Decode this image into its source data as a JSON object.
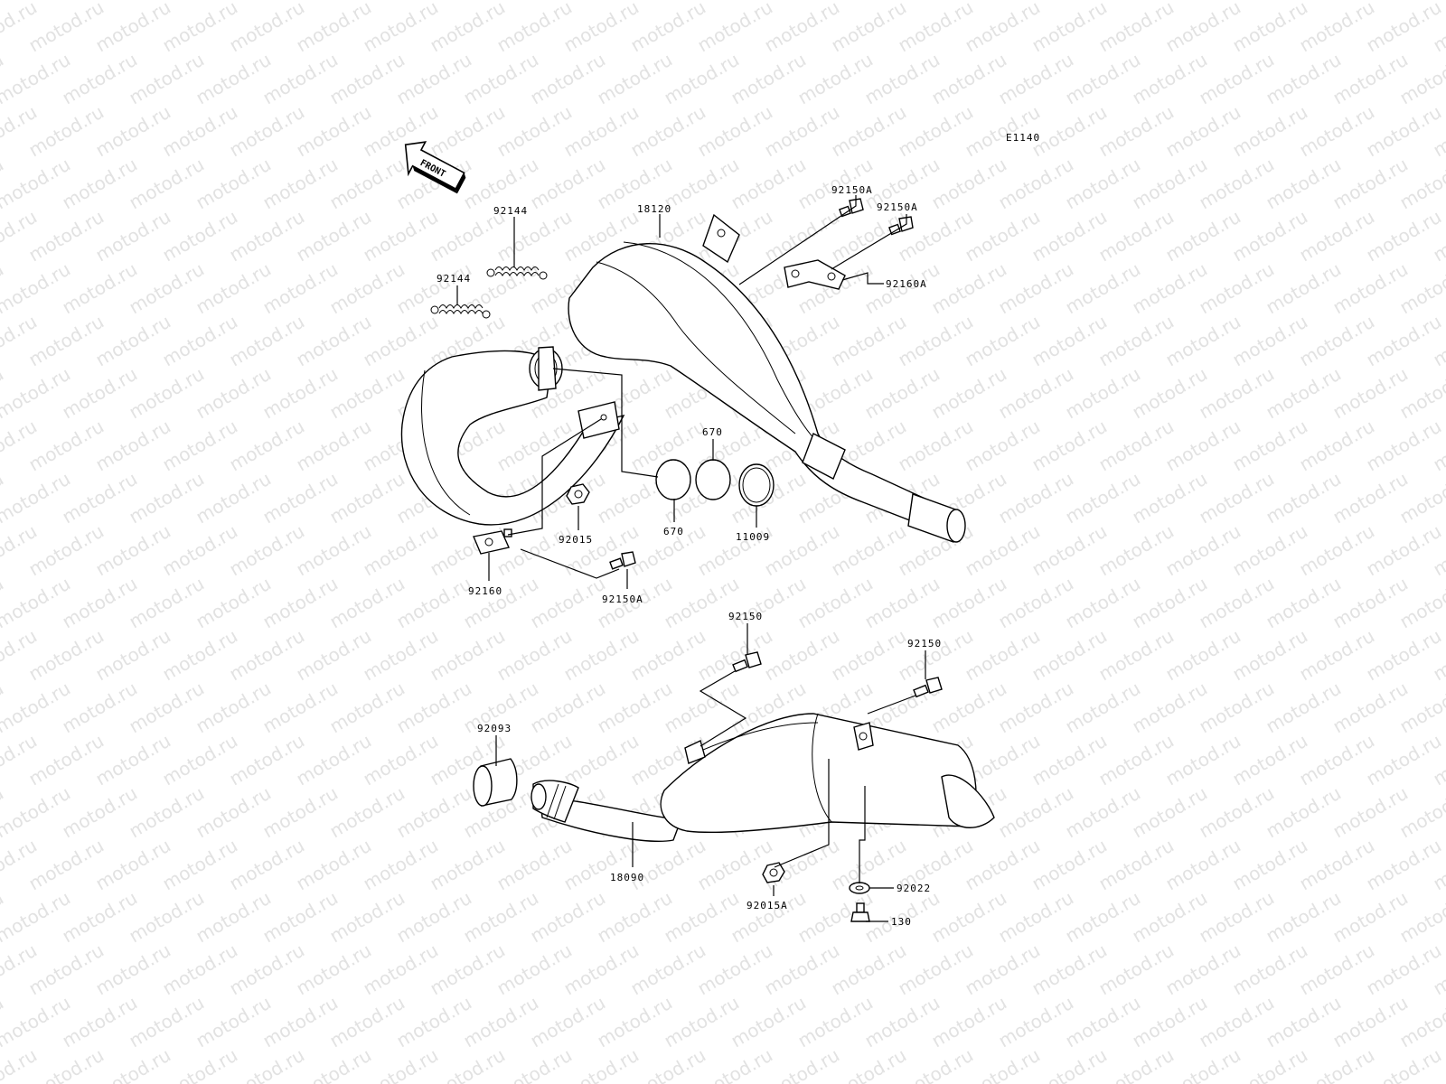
{
  "diagram_code": "E1140",
  "front_label": "FRONT",
  "watermark": "motod.ru",
  "labels": {
    "p18120": "18120",
    "p92150A_1": "92150A",
    "p92150A_2": "92150A",
    "p92160A": "92160A",
    "p92144_1": "92144",
    "p92144_2": "92144",
    "p670_1": "670",
    "p670_2": "670",
    "p11009": "11009",
    "p92015": "92015",
    "p92160": "92160",
    "p92150A_3": "92150A",
    "p92150_1": "92150",
    "p92150_2": "92150",
    "p92093": "92093",
    "p18090": "18090",
    "p92022": "92022",
    "p92015A": "92015A",
    "p130": "130"
  }
}
